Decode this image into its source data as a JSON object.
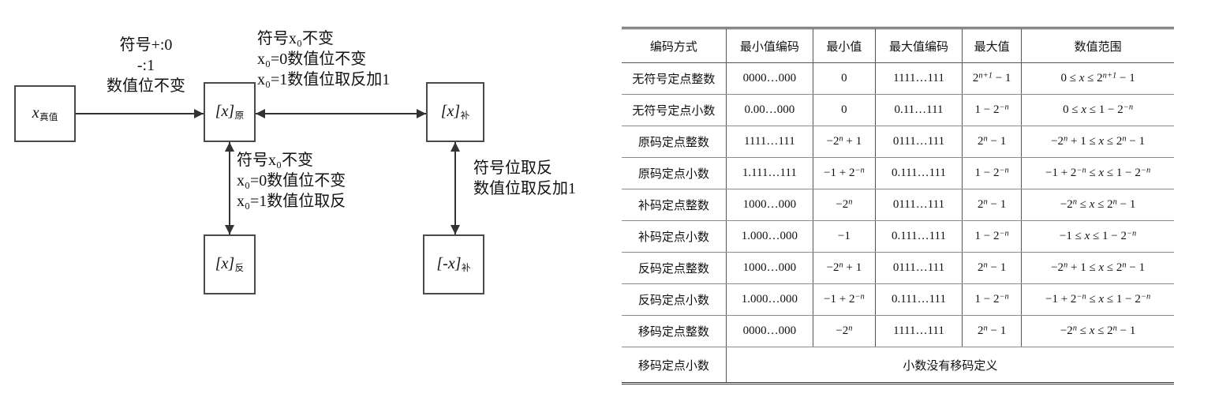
{
  "diagram": {
    "nodes": [
      {
        "id": "true-value",
        "name": "x-true-value-box",
        "base": "x",
        "sub": "真值"
      },
      {
        "id": "yuan",
        "name": "x-yuan-box",
        "base": "[x]",
        "sub": "原"
      },
      {
        "id": "bu",
        "name": "x-bu-box",
        "base": "[x]",
        "sub": "补"
      },
      {
        "id": "fan",
        "name": "x-fan-box",
        "base": "[x]",
        "sub": "反"
      },
      {
        "id": "neg-bu",
        "name": "neg-x-bu-box",
        "base": "[-x]",
        "sub": "补"
      }
    ],
    "edge_labels": {
      "true_to_yuan": [
        "符号+:0",
        "-:1",
        "数值位不变"
      ],
      "yuan_bu": [
        "符号x₀不变",
        "x₀=0数值位不变",
        "x₀=1数值位取反加1"
      ],
      "yuan_fan": [
        "符号x₀不变",
        "x₀=0数值位不变",
        "x₀=1数值位取反"
      ],
      "bu_negbu": [
        "符号位取反",
        "数值位取反加1"
      ]
    }
  },
  "table": {
    "headers": [
      "编码方式",
      "最小值编码",
      "最小值",
      "最大值编码",
      "最大值",
      "数值范围"
    ],
    "rows": [
      {
        "name": "无符号定点整数",
        "min_code": "0000…000",
        "min": "0",
        "max_code": "1111…111",
        "max": "2^{n+1} - 1",
        "range": "0 ≤ x ≤ 2^{n+1} - 1"
      },
      {
        "name": "无符号定点小数",
        "min_code": "0.00…000",
        "min": "0",
        "max_code": "0.11…111",
        "max": "1 - 2^{-n}",
        "range": "0 ≤ x ≤ 1 - 2^{-n}"
      },
      {
        "name": "原码定点整数",
        "min_code": "1111…111",
        "min": "-2^{n} + 1",
        "max_code": "0111…111",
        "max": "2^{n} - 1",
        "range": "-2^{n} + 1 ≤ x ≤ 2^{n} - 1"
      },
      {
        "name": "原码定点小数",
        "min_code": "1.111…111",
        "min": "-1 + 2^{-n}",
        "max_code": "0.111…111",
        "max": "1 - 2^{-n}",
        "range": "-1 + 2^{-n} ≤ x ≤ 1 - 2^{-n}"
      },
      {
        "name": "补码定点整数",
        "min_code": "1000…000",
        "min": "-2^{n}",
        "max_code": "0111…111",
        "max": "2^{n} - 1",
        "range": "-2^{n} ≤ x ≤ 2^{n} - 1"
      },
      {
        "name": "补码定点小数",
        "min_code": "1.000…000",
        "min": "-1",
        "max_code": "0.111…111",
        "max": "1 - 2^{-n}",
        "range": "-1 ≤ x ≤ 1 - 2^{-n}"
      },
      {
        "name": "反码定点整数",
        "min_code": "1000…000",
        "min": "-2^{n} + 1",
        "max_code": "0111…111",
        "max": "2^{n} - 1",
        "range": "-2^{n} + 1 ≤ x ≤ 2^{n} - 1"
      },
      {
        "name": "反码定点小数",
        "min_code": "1.000…000",
        "min": "-1 + 2^{-n}",
        "max_code": "0.111…111",
        "max": "1 - 2^{-n}",
        "range": "-1 + 2^{-n} ≤ x ≤ 1 - 2^{-n}"
      },
      {
        "name": "移码定点整数",
        "min_code": "0000…000",
        "min": "-2^{n}",
        "max_code": "1111…111",
        "max": "2^{n} - 1",
        "range": "-2^{n} ≤ x ≤ 2^{n} - 1"
      }
    ],
    "last_row": {
      "name": "移码定点小数",
      "note": "小数没有移码定义"
    }
  }
}
